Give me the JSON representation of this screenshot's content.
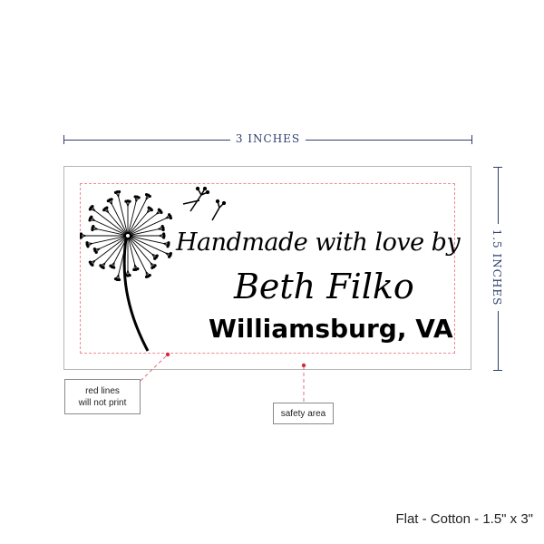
{
  "dimensions": {
    "width_label": "3 INCHES",
    "height_label": "1.5 INCHES"
  },
  "label": {
    "line1": "Handmade with love by",
    "line2": "Beth Filko",
    "line3": "Williamsburg, VA",
    "artwork": "dandelion-icon"
  },
  "callouts": {
    "red_lines": [
      "red lines",
      "will not print"
    ],
    "safety_area": "safety area"
  },
  "footer": {
    "product": "Flat - Cotton - 1.5\" x 3\""
  },
  "colors": {
    "navy": "#2e3f6e",
    "safety_line": "#f08a95",
    "callout_dot": "#d42a3c"
  }
}
